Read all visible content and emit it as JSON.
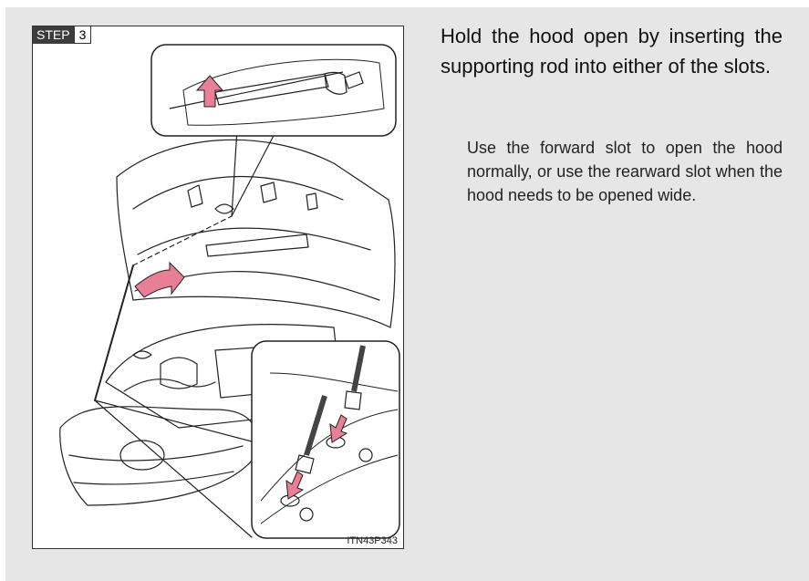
{
  "figure": {
    "step_label": "STEP",
    "step_number": "3",
    "figure_id": "ITN43P343",
    "arrow_color": "#e87f95"
  },
  "instructions": {
    "main": "Hold the hood open by inserting the supporting rod into either of the slots.",
    "detail": "Use the forward slot to open the hood normally, or use the rearward slot when the hood needs to be opened wide."
  }
}
